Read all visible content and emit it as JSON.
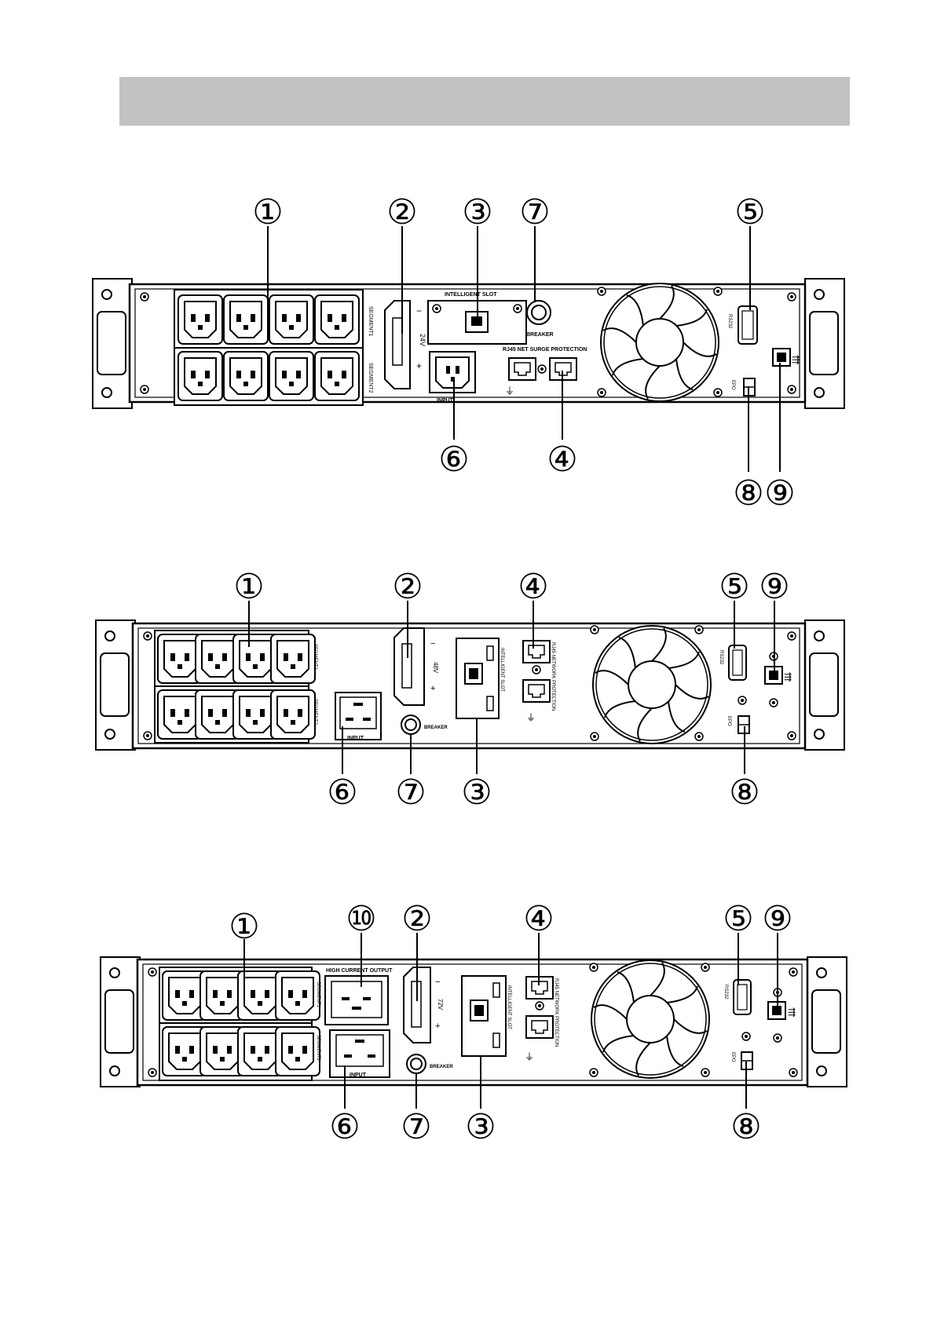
{
  "header": {
    "title": ""
  },
  "callout_labels": {
    "c1": "①",
    "c2": "②",
    "c3": "③",
    "c4": "④",
    "c5": "⑤",
    "c6": "⑥",
    "c7": "⑦",
    "c8": "⑧",
    "c9": "⑨",
    "c10": "⑩"
  },
  "panel1": {
    "segment1": "SEGMENT1",
    "segment2": "SEGMENT2",
    "battery_voltage": "24V",
    "minus": "−",
    "plus": "+",
    "slot": "INTELLIGENT SLOT",
    "breaker": "BREAKER",
    "network": "RJ45 NET SURGE PROTECTION",
    "input": "INPUT",
    "rs232": "RS232",
    "epo": "EPO"
  },
  "panel2": {
    "segment1": "SEGMENT1",
    "segment2": "SEGMENT2",
    "battery_voltage": "48V",
    "minus": "−",
    "plus": "+",
    "slot": "INTELLIGENT SLOT",
    "breaker": "BREAKER",
    "network": "RJ45 NETWORK PROTECTION",
    "input": "INPUT",
    "rs232": "RS232",
    "epo": "EPO"
  },
  "panel3": {
    "segment1": "SEGMENT1",
    "segment2": "SEGMENT2",
    "high_current": "HIGH CURRENT OUTPUT",
    "battery_voltage": "72V",
    "minus": "−",
    "plus": "+",
    "slot": "INTELLIGENT SLOT",
    "breaker": "BREAKER",
    "network": "RJ45 NETWORK PROTECTION",
    "input": "INPUT",
    "rs232": "RS232",
    "epo": "EPO"
  }
}
